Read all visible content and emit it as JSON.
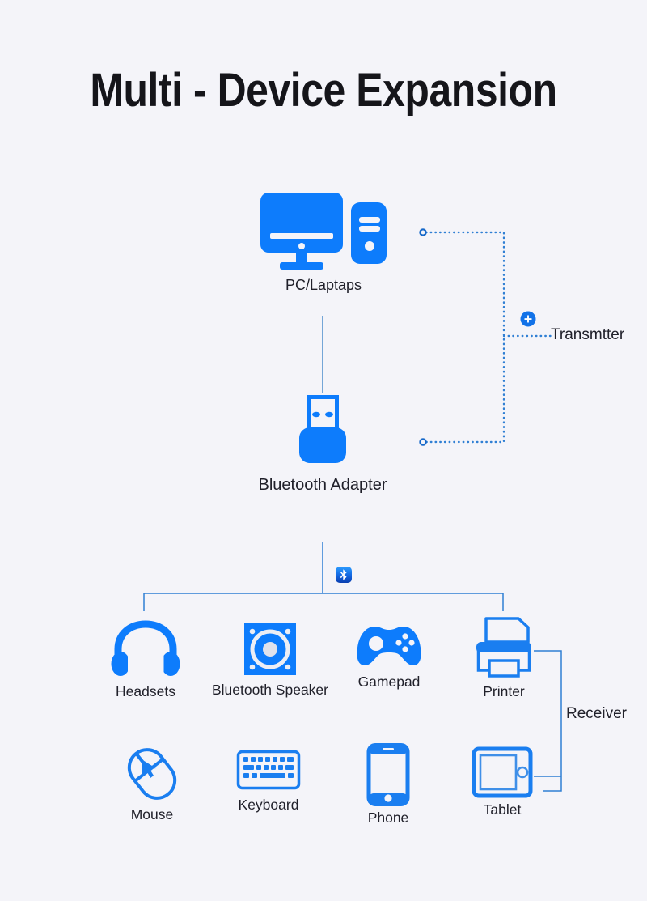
{
  "page": {
    "title": "Multi - Device Expansion",
    "background_color": "#f4f4f9",
    "accent_color": "#0d7cfc",
    "line_color": "#2f7fd4",
    "text_color": "#20202a"
  },
  "source": {
    "label": "PC/Laptaps",
    "icon": "desktop-computer-icon"
  },
  "adapter": {
    "label": "Bluetooth Adapter",
    "icon": "usb-bluetooth-dongle-icon"
  },
  "hub": {
    "icon": "bluetooth-icon"
  },
  "transmitter": {
    "label": "Transmtter",
    "badge": "plus-icon"
  },
  "receiver": {
    "label": "Receiver"
  },
  "devices": [
    {
      "label": "Headsets",
      "icon": "headphones-icon"
    },
    {
      "label": "Bluetooth Speaker",
      "icon": "speaker-icon"
    },
    {
      "label": "Gamepad",
      "icon": "gamepad-icon"
    },
    {
      "label": "Printer",
      "icon": "printer-icon"
    },
    {
      "label": "Mouse",
      "icon": "mouse-icon"
    },
    {
      "label": "Keyboard",
      "icon": "keyboard-icon"
    },
    {
      "label": "Phone",
      "icon": "smartphone-icon"
    },
    {
      "label": "Tablet",
      "icon": "tablet-icon"
    }
  ]
}
